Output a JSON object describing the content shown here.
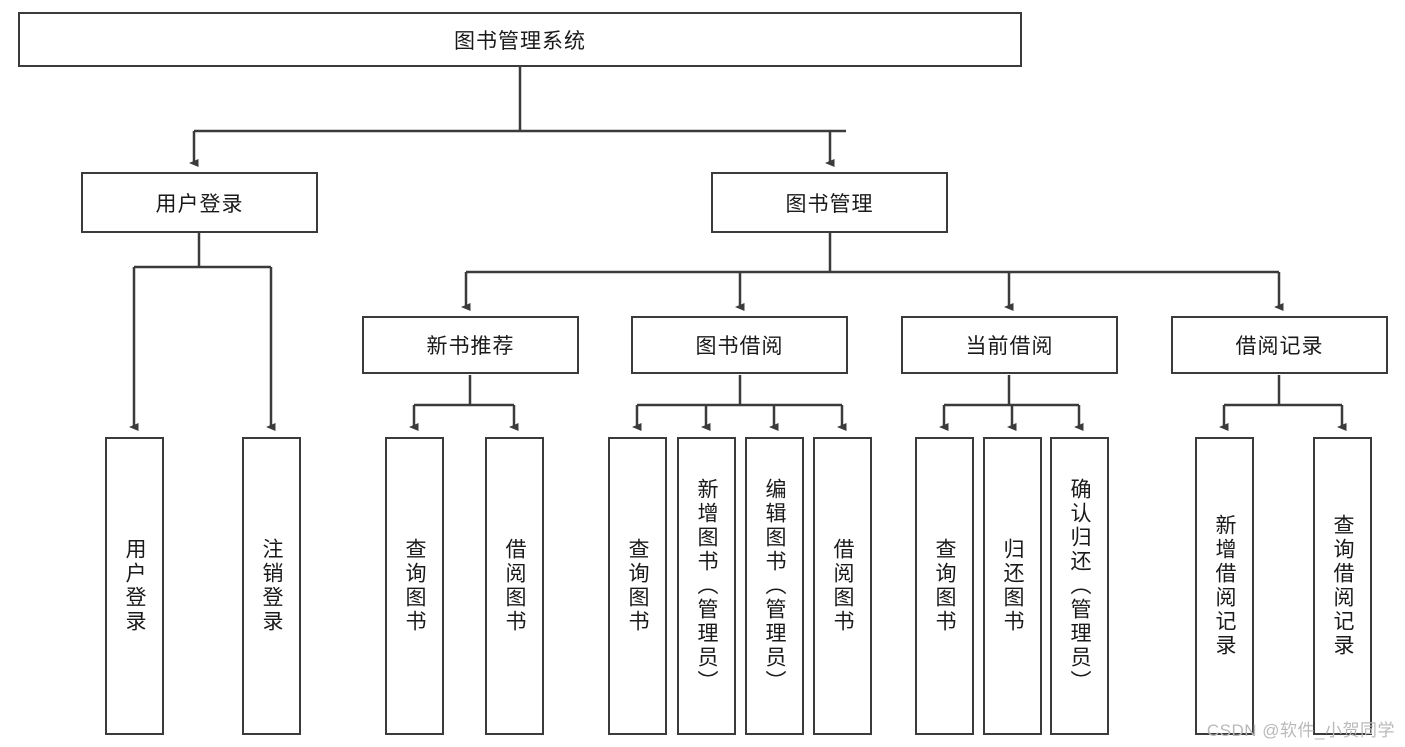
{
  "diagram": {
    "title": "图书管理系统",
    "type": "tree-hierarchy-flowchart",
    "accent_color": "#3b3b3b",
    "background_color": "#ffffff",
    "root": {
      "label": "图书管理系统"
    },
    "level2": [
      {
        "label": "用户登录"
      },
      {
        "label": "图书管理"
      }
    ],
    "level3": [
      {
        "label": "新书推荐"
      },
      {
        "label": "图书借阅"
      },
      {
        "label": "当前借阅"
      },
      {
        "label": "借阅记录"
      }
    ],
    "leaves": {
      "user_login": [
        {
          "label": "用户登录"
        },
        {
          "label": "注销登录"
        }
      ],
      "new_book_recommend": [
        {
          "label": "查询图书"
        },
        {
          "label": "借阅图书"
        }
      ],
      "book_borrow": [
        {
          "label": "查询图书"
        },
        {
          "label": "新增图书（管理员）"
        },
        {
          "label": "编辑图书（管理员）"
        },
        {
          "label": "借阅图书"
        }
      ],
      "current_borrow": [
        {
          "label": "查询图书"
        },
        {
          "label": "归还图书"
        },
        {
          "label": "确认归还（管理员）"
        }
      ],
      "borrow_record": [
        {
          "label": "新增借阅记录"
        },
        {
          "label": "查询借阅记录"
        }
      ]
    }
  },
  "watermark": {
    "text": "CSDN @软件_小贺同学"
  }
}
